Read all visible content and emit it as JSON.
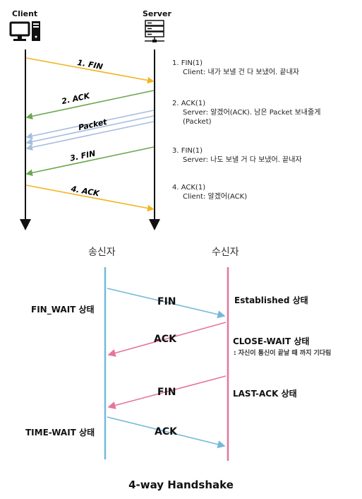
{
  "top": {
    "client_label": "Client",
    "server_label": "Server",
    "messages": [
      {
        "label": "1. FIN",
        "color": "#f2b51f"
      },
      {
        "label": "2. ACK",
        "color": "#6aa84f"
      },
      {
        "label": "Packet",
        "color": "#a7bde0"
      },
      {
        "label": "3. FIN",
        "color": "#6aa84f"
      },
      {
        "label": "4. ACK",
        "color": "#f2b51f"
      }
    ],
    "notes": [
      {
        "title": "1.   FIN(1)",
        "lines": [
          "Client: 내가 보낼 건 다 보냈어. 끝내자"
        ]
      },
      {
        "title": "2.   ACK(1)",
        "lines": [
          "Server: 알겠어(ACK). 남은 Packet 보내줄게",
          "(Packet)"
        ]
      },
      {
        "title": "3.   FIN(1)",
        "lines": [
          "Server: 나도 보낼 거 다 보냈어. 끝내자"
        ]
      },
      {
        "title": "4.   ACK(1)",
        "lines": [
          "Client: 알겠어(ACK)"
        ]
      }
    ]
  },
  "bottom": {
    "sender_label": "송신자",
    "receiver_label": "수신자",
    "sender_line_color": "#74b9d6",
    "receiver_line_color": "#e6759a",
    "messages": [
      {
        "label": "FIN",
        "color": "#74b9d6"
      },
      {
        "label": "ACK",
        "color": "#e6759a"
      },
      {
        "label": "FIN",
        "color": "#e6759a"
      },
      {
        "label": "ACK",
        "color": "#74b9d6"
      }
    ],
    "sender_states": [
      "FIN_WAIT 상태",
      "TIME-WAIT 상태"
    ],
    "receiver_states": [
      "Established  상태",
      "CLOSE-WAIT 상태",
      "LAST-ACK  상태"
    ],
    "receiver_note": ": 자신이 통신이 끝날 때 까지 기다림"
  },
  "caption": "4-way Handshake"
}
